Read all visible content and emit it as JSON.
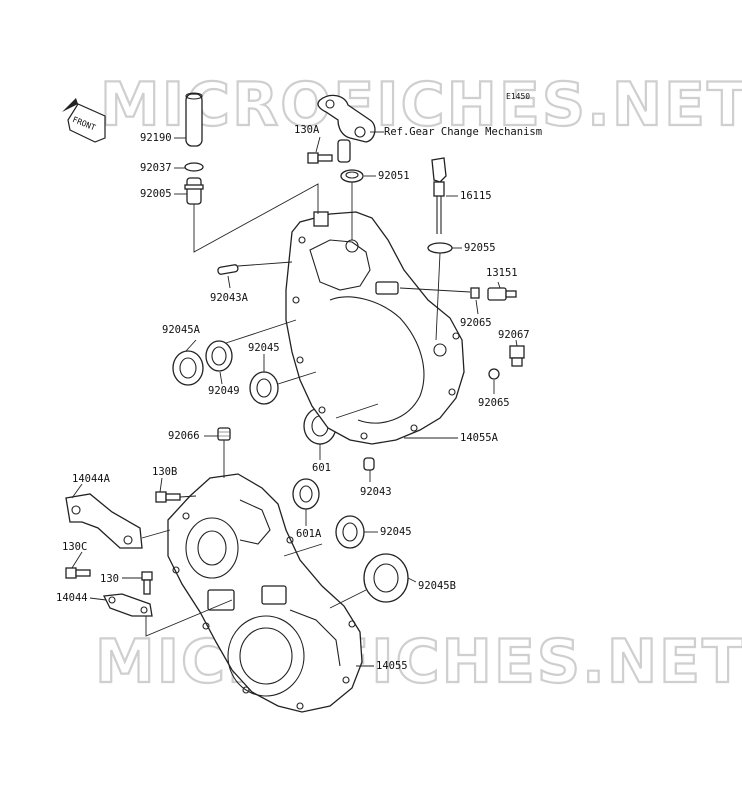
{
  "diagram": {
    "code": "E1450",
    "watermark": "MICROFICHES.NET",
    "front_badge": "FRONT",
    "reference_text": "Ref.Gear Change Mechanism",
    "part_numbers": [
      "92190",
      "92037",
      "92005",
      "92043A",
      "130A",
      "92051",
      "16115",
      "92055",
      "13151",
      "92065",
      "92067",
      "92045A",
      "92045",
      "92049",
      "14055A",
      "601",
      "92043",
      "92066",
      "130B",
      "14044A",
      "601A",
      "130C",
      "130",
      "14044",
      "92045B",
      "14055"
    ]
  }
}
